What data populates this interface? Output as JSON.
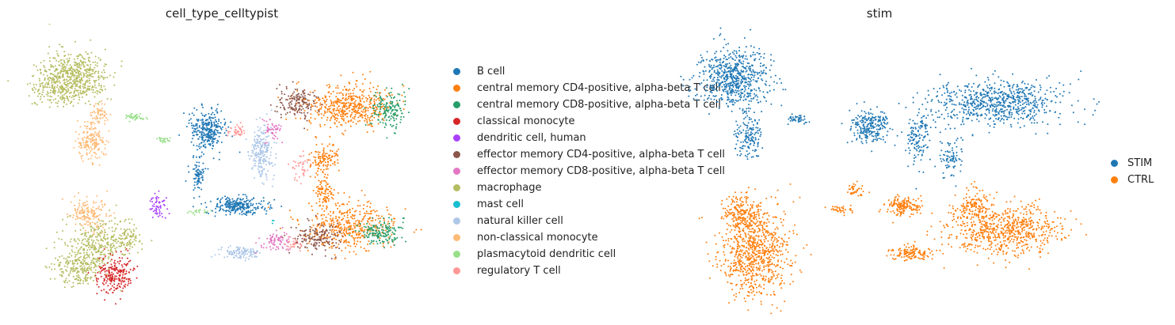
{
  "chart_data": [
    {
      "type": "scatter",
      "title": "cell_type_celltypist",
      "xlabel": "",
      "ylabel": "",
      "grid": false,
      "legend_placement": "right",
      "categories": [
        {
          "name": "B cell",
          "color": "#1f77b4"
        },
        {
          "name": "central memory CD4-positive, alpha-beta T cell",
          "color": "#ff7f0e"
        },
        {
          "name": "central memory CD8-positive, alpha-beta T cell",
          "color": "#279e68"
        },
        {
          "name": "classical monocyte",
          "color": "#d62728"
        },
        {
          "name": "dendritic cell, human",
          "color": "#aa40fc"
        },
        {
          "name": "effector memory CD4-positive, alpha-beta T cell",
          "color": "#8c564b"
        },
        {
          "name": "effector memory CD8-positive, alpha-beta T cell",
          "color": "#e377c2"
        },
        {
          "name": "macrophage",
          "color": "#b5bd61"
        },
        {
          "name": "mast cell",
          "color": "#17becf"
        },
        {
          "name": "natural killer cell",
          "color": "#aec7e8"
        },
        {
          "name": "non-classical monocyte",
          "color": "#ffbb78"
        },
        {
          "name": "plasmacytoid dendritic cell",
          "color": "#98df8a"
        },
        {
          "name": "regulatory T cell",
          "color": "#ff9896"
        }
      ]
    },
    {
      "type": "scatter",
      "title": "stim",
      "xlabel": "",
      "ylabel": "",
      "grid": false,
      "legend_placement": "right",
      "categories": [
        {
          "name": "STIM",
          "color": "#1f77b4"
        },
        {
          "name": "CTRL",
          "color": "#ff7f0e"
        }
      ]
    }
  ]
}
